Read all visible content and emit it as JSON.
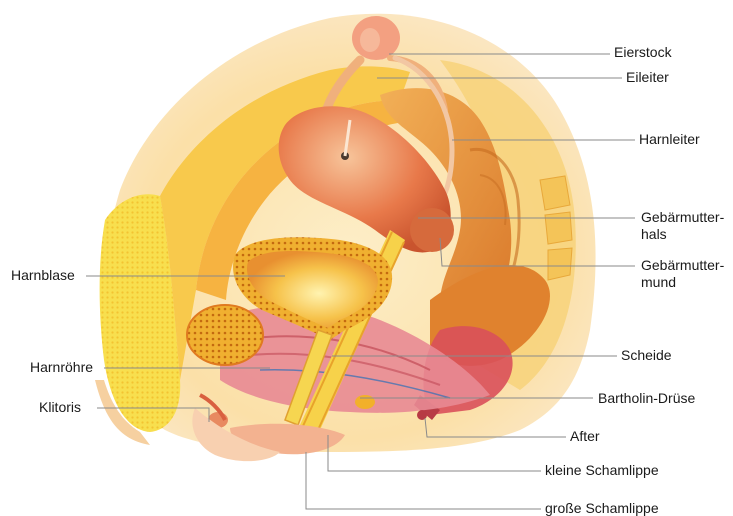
{
  "labels": {
    "eierstock": "Eierstock",
    "eileiter": "Eileiter",
    "harnleiter": "Harnleiter",
    "gebaermutterhals_1": "Gebärmutter-",
    "gebaermutterhals_2": "hals",
    "gebaermuttermund_1": "Gebärmutter-",
    "gebaermuttermund_2": "mund",
    "scheide": "Scheide",
    "bartholin": "Bartholin-Drüse",
    "after": "After",
    "kleine_schamlippe": "kleine Schamlippe",
    "grosse_schamlippe": "große Schamlippe",
    "harnblase": "Harnblase",
    "harnroehre": "Harnröhre",
    "klitoris": "Klitoris"
  },
  "colors": {
    "skin_light": "#fbe3b0",
    "skin_mid": "#f7c97a",
    "pink": "#f2a0a8",
    "muscle": "#d9505a",
    "uterus": "#e9824f",
    "bowel": "#e8953a",
    "fat_yellow": "#f6d84a",
    "bone_orange": "#e98a2a",
    "leader": "#8a8a8a"
  }
}
